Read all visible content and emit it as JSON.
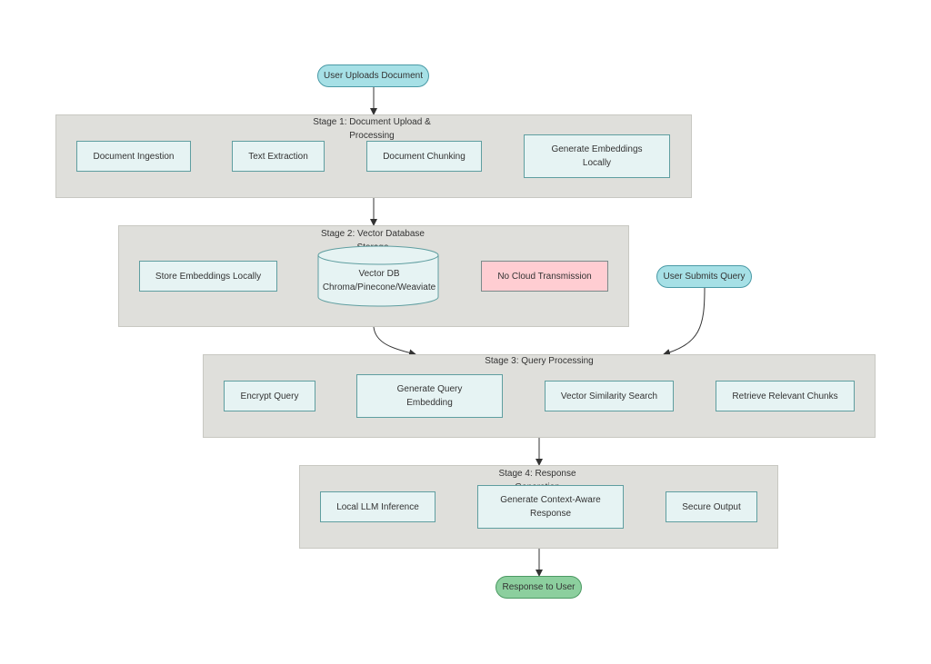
{
  "colors": {
    "stage_bg": "#dfdfdb",
    "process_fill": "#e6f3f3",
    "process_stroke": "#5f9ea0",
    "start_fill": "#a6e0e6",
    "end_fill": "#8ccf9e",
    "alert_fill": "#ffcdd2",
    "edge": "#333333"
  },
  "start": {
    "label": "User Uploads Document"
  },
  "query_start": {
    "label": "User Submits Query"
  },
  "end": {
    "label": "Response to User"
  },
  "stages": [
    {
      "title": "Stage 1: Document Upload & Processing",
      "nodes": [
        "Document Ingestion",
        "Text Extraction",
        "Document Chunking",
        "Generate Embeddings Locally"
      ]
    },
    {
      "title": "Stage 2: Vector Database Storage",
      "nodes": [
        "Store Embeddings Locally",
        "Vector DB Chroma/Pinecone/Weaviate",
        "No Cloud Transmission"
      ]
    },
    {
      "title": "Stage 3: Query Processing",
      "nodes": [
        "Encrypt Query",
        "Generate Query Embedding",
        "Vector Similarity Search",
        "Retrieve Relevant Chunks"
      ]
    },
    {
      "title": "Stage 4: Response Generation",
      "nodes": [
        "Local LLM Inference",
        "Generate Context-Aware Response",
        "Secure Output"
      ]
    }
  ]
}
